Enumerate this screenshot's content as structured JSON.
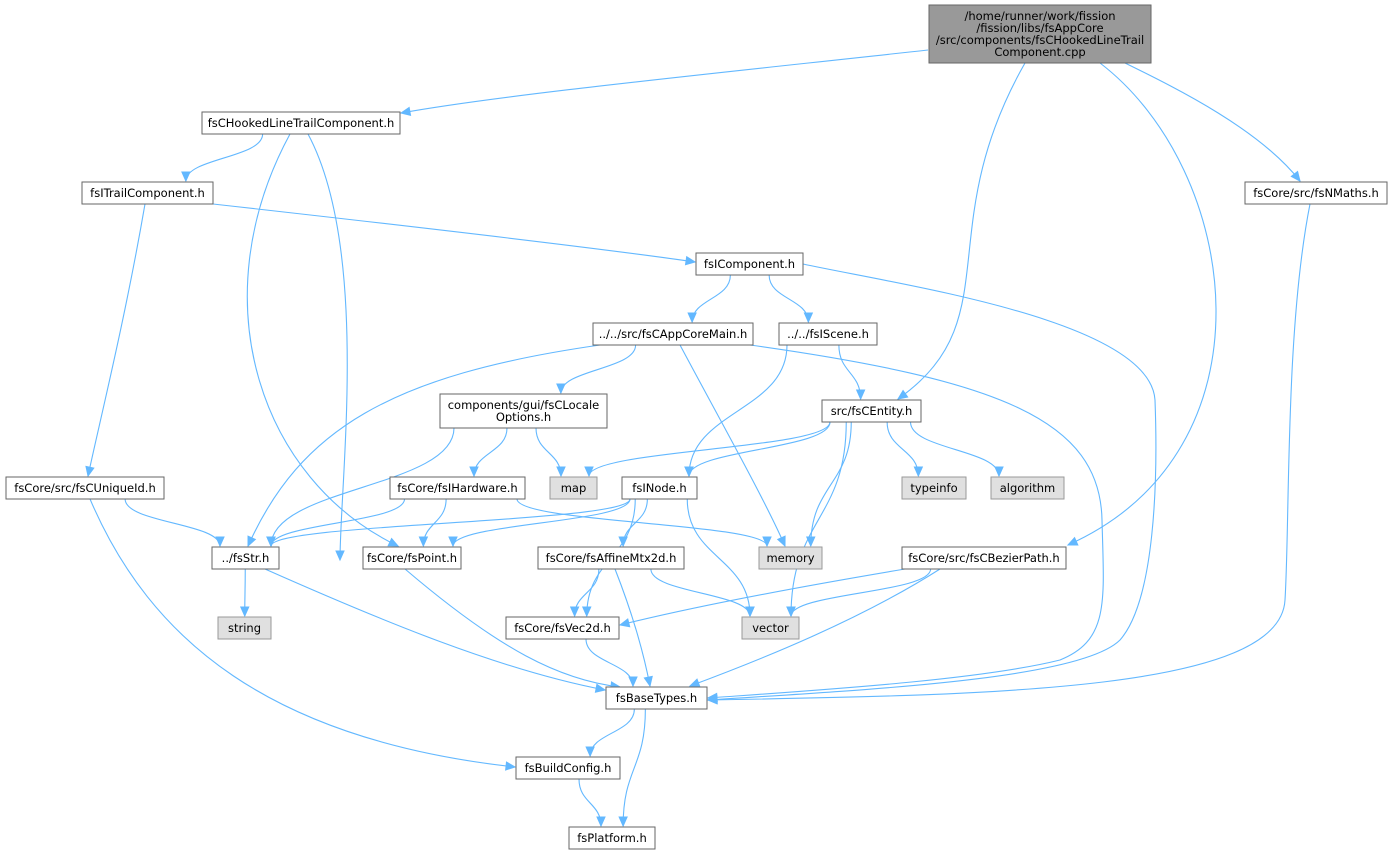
{
  "colors": {
    "edge": "#63b8ff",
    "node_fill": "#ffffff",
    "node_border": "#666666",
    "root_fill": "#999999",
    "root_border": "#666666",
    "system_fill": "#e0e0e0",
    "system_border": "#999999",
    "text": "#000000"
  },
  "nodes": [
    {
      "id": "root",
      "kind": "root",
      "lines": [
        "/home/runner/work/fission",
        "/fission/libs/fsAppCore",
        "/src/components/fsCHookedLineTrail",
        "Component.cpp"
      ]
    },
    {
      "id": "hooked_h",
      "kind": "file",
      "lines": [
        "fsCHookedLineTrailComponent.h"
      ]
    },
    {
      "id": "itrail",
      "kind": "file",
      "lines": [
        "fsITrailComponent.h"
      ]
    },
    {
      "id": "nmaths",
      "kind": "file",
      "lines": [
        "fsCore/src/fsNMaths.h"
      ]
    },
    {
      "id": "icomponent",
      "kind": "file",
      "lines": [
        "fsIComponent.h"
      ]
    },
    {
      "id": "appcoremain",
      "kind": "file",
      "lines": [
        "../../src/fsCAppCoreMain.h"
      ]
    },
    {
      "id": "iscene",
      "kind": "file",
      "lines": [
        "../../fsIScene.h"
      ]
    },
    {
      "id": "locale",
      "kind": "file",
      "lines": [
        "components/gui/fsCLocale",
        "Options.h"
      ]
    },
    {
      "id": "centity",
      "kind": "file",
      "lines": [
        "src/fsCEntity.h"
      ]
    },
    {
      "id": "uniqueid",
      "kind": "file",
      "lines": [
        "fsCore/src/fsCUniqueId.h"
      ]
    },
    {
      "id": "ihardware",
      "kind": "file",
      "lines": [
        "fsCore/fsIHardware.h"
      ]
    },
    {
      "id": "map",
      "kind": "system",
      "lines": [
        "map"
      ]
    },
    {
      "id": "inode",
      "kind": "file",
      "lines": [
        "fsINode.h"
      ]
    },
    {
      "id": "typeinfo",
      "kind": "system",
      "lines": [
        "typeinfo"
      ]
    },
    {
      "id": "algorithm",
      "kind": "system",
      "lines": [
        "algorithm"
      ]
    },
    {
      "id": "str",
      "kind": "file",
      "lines": [
        "../fsStr.h"
      ]
    },
    {
      "id": "point",
      "kind": "file",
      "lines": [
        "fsCore/fsPoint.h"
      ]
    },
    {
      "id": "affine",
      "kind": "file",
      "lines": [
        "fsCore/fsAffineMtx2d.h"
      ]
    },
    {
      "id": "memory",
      "kind": "system",
      "lines": [
        "memory"
      ]
    },
    {
      "id": "bezier",
      "kind": "file",
      "lines": [
        "fsCore/src/fsCBezierPath.h"
      ]
    },
    {
      "id": "string",
      "kind": "system",
      "lines": [
        "string"
      ]
    },
    {
      "id": "vec2d",
      "kind": "file",
      "lines": [
        "fsCore/fsVec2d.h"
      ]
    },
    {
      "id": "vector",
      "kind": "system",
      "lines": [
        "vector"
      ]
    },
    {
      "id": "basetypes",
      "kind": "file",
      "lines": [
        "fsBaseTypes.h"
      ]
    },
    {
      "id": "buildconfig",
      "kind": "file",
      "lines": [
        "fsBuildConfig.h"
      ]
    },
    {
      "id": "platform",
      "kind": "file",
      "lines": [
        "fsPlatform.h"
      ]
    }
  ],
  "edges": [
    [
      "root",
      "hooked_h"
    ],
    [
      "root",
      "centity"
    ],
    [
      "root",
      "bezier"
    ],
    [
      "root",
      "nmaths"
    ],
    [
      "hooked_h",
      "itrail"
    ],
    [
      "hooked_h",
      "point"
    ],
    [
      "hooked_h",
      "vec2d"
    ],
    [
      "itrail",
      "icomponent"
    ],
    [
      "itrail",
      "uniqueid"
    ],
    [
      "nmaths",
      "basetypes"
    ],
    [
      "icomponent",
      "appcoremain"
    ],
    [
      "icomponent",
      "iscene"
    ],
    [
      "icomponent",
      "basetypes"
    ],
    [
      "appcoremain",
      "locale"
    ],
    [
      "appcoremain",
      "str"
    ],
    [
      "appcoremain",
      "memory"
    ],
    [
      "appcoremain",
      "basetypes"
    ],
    [
      "iscene",
      "centity"
    ],
    [
      "iscene",
      "inode"
    ],
    [
      "locale",
      "ihardware"
    ],
    [
      "locale",
      "map"
    ],
    [
      "locale",
      "str"
    ],
    [
      "centity",
      "map"
    ],
    [
      "centity",
      "inode"
    ],
    [
      "centity",
      "typeinfo"
    ],
    [
      "centity",
      "algorithm"
    ],
    [
      "centity",
      "memory"
    ],
    [
      "centity",
      "vector"
    ],
    [
      "uniqueid",
      "str"
    ],
    [
      "uniqueid",
      "buildconfig"
    ],
    [
      "ihardware",
      "str"
    ],
    [
      "ihardware",
      "point"
    ],
    [
      "ihardware",
      "memory"
    ],
    [
      "inode",
      "str"
    ],
    [
      "inode",
      "point"
    ],
    [
      "inode",
      "affine"
    ],
    [
      "inode",
      "vec2d"
    ],
    [
      "inode",
      "vector"
    ],
    [
      "str",
      "string"
    ],
    [
      "str",
      "basetypes"
    ],
    [
      "point",
      "basetypes"
    ],
    [
      "affine",
      "vec2d"
    ],
    [
      "affine",
      "vector"
    ],
    [
      "affine",
      "basetypes"
    ],
    [
      "bezier",
      "vec2d"
    ],
    [
      "bezier",
      "vector"
    ],
    [
      "bezier",
      "basetypes"
    ],
    [
      "vec2d",
      "basetypes"
    ],
    [
      "basetypes",
      "buildconfig"
    ],
    [
      "basetypes",
      "platform"
    ],
    [
      "buildconfig",
      "platform"
    ]
  ]
}
